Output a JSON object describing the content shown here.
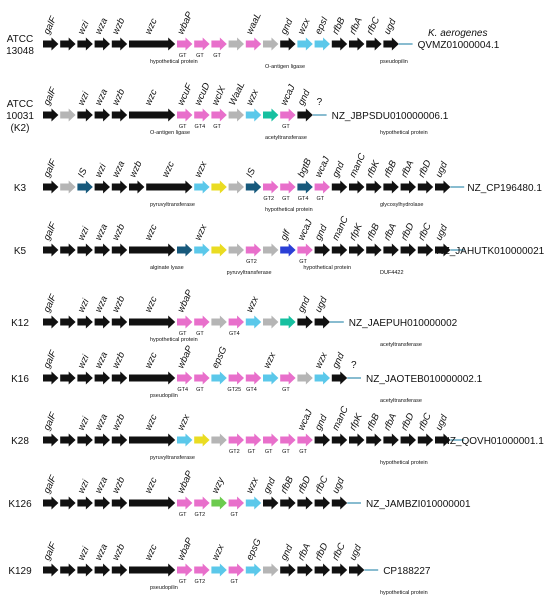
{
  "species": "K. aerogenes",
  "colors": {
    "black": "#111111",
    "pink": "#e86fcb",
    "gray": "#b5b5b5",
    "cyan": "#5bc8ea",
    "teal": "#16c0a0",
    "navy": "#17597c",
    "yellow": "#eadc22",
    "green": "#6ccb4e",
    "blue": "#2a3fd6",
    "line": "#3a8fb0"
  },
  "rows": [
    {
      "label": [
        "ATCC",
        "13048"
      ],
      "accession": "QVMZ01000004.1",
      "question": false,
      "genes": [
        {
          "name": "galF",
          "c": "black"
        },
        {
          "name": "",
          "c": "black"
        },
        {
          "name": "wzi",
          "c": "black"
        },
        {
          "name": "wza",
          "c": "black"
        },
        {
          "name": "wzb",
          "c": "black"
        },
        {
          "name": "wzc",
          "c": "black",
          "w": 3
        },
        {
          "name": "wbaP",
          "c": "pink",
          "tag": "GT"
        },
        {
          "name": "",
          "c": "pink",
          "tag": "GT"
        },
        {
          "name": "",
          "c": "pink",
          "tag": "GT"
        },
        {
          "name": "",
          "c": "gray"
        },
        {
          "name": "waaL",
          "c": "pink"
        },
        {
          "name": "",
          "c": "gray"
        },
        {
          "name": "gnd",
          "c": "black"
        },
        {
          "name": "wzx",
          "c": "cyan"
        },
        {
          "name": "epsI",
          "c": "cyan"
        },
        {
          "name": "rfbB",
          "c": "black"
        },
        {
          "name": "rfbA",
          "c": "black"
        },
        {
          "name": "rfbC",
          "c": "black"
        },
        {
          "name": "ugd",
          "c": "black"
        }
      ],
      "annotations": [
        "hypothetical protein",
        "O-antigen ligase",
        "pseudopilin"
      ]
    },
    {
      "label": [
        "ATCC",
        "10031",
        "(K2)"
      ],
      "accession": "NZ_JBPSDU010000006.1",
      "question": true,
      "genes": [
        {
          "name": "galF",
          "c": "black"
        },
        {
          "name": "",
          "c": "gray"
        },
        {
          "name": "wzi",
          "c": "black"
        },
        {
          "name": "wza",
          "c": "black"
        },
        {
          "name": "wzb",
          "c": "black"
        },
        {
          "name": "wzc",
          "c": "black",
          "w": 3
        },
        {
          "name": "wcuF",
          "c": "pink",
          "tag": "GT"
        },
        {
          "name": "wcuD",
          "c": "pink",
          "tag": "GT4"
        },
        {
          "name": "wclX",
          "c": "pink",
          "tag": "GT"
        },
        {
          "name": "WaaL",
          "c": "gray"
        },
        {
          "name": "wzx",
          "c": "cyan"
        },
        {
          "name": "",
          "c": "teal"
        },
        {
          "name": "wcaJ",
          "c": "pink",
          "tag": "GT"
        },
        {
          "name": "gnd",
          "c": "black"
        }
      ],
      "annotations": [
        "O-antigen ligase",
        "acetyltransferase",
        "hypothetical protein"
      ]
    },
    {
      "label": [
        "K3"
      ],
      "accession": "NZ_CP196480.1",
      "question": false,
      "genes": [
        {
          "name": "galF",
          "c": "black"
        },
        {
          "name": "",
          "c": "gray"
        },
        {
          "name": "IS",
          "c": "navy"
        },
        {
          "name": "wzi",
          "c": "black"
        },
        {
          "name": "wza",
          "c": "black"
        },
        {
          "name": "wzb",
          "c": "black"
        },
        {
          "name": "wzc",
          "c": "black",
          "w": 3
        },
        {
          "name": "wzx",
          "c": "cyan"
        },
        {
          "name": "",
          "c": "yellow"
        },
        {
          "name": "",
          "c": "gray"
        },
        {
          "name": "IS",
          "c": "navy"
        },
        {
          "name": "",
          "c": "pink",
          "tag": "GT2"
        },
        {
          "name": "",
          "c": "pink",
          "tag": "GT"
        },
        {
          "name": "bgtB",
          "c": "navy",
          "tag": "GT4"
        },
        {
          "name": "wcaJ",
          "c": "pink",
          "tag": "GT"
        },
        {
          "name": "gnd",
          "c": "black"
        },
        {
          "name": "manC",
          "c": "black"
        },
        {
          "name": "rfbK",
          "c": "black"
        },
        {
          "name": "rfbB",
          "c": "black"
        },
        {
          "name": "rfbA",
          "c": "black"
        },
        {
          "name": "rfbD",
          "c": "black"
        },
        {
          "name": "ugd",
          "c": "black"
        }
      ],
      "annotations": [
        "pyruvyltransferase",
        "hypothetical protein",
        "glycosylhydrolase"
      ]
    },
    {
      "label": [
        "K5"
      ],
      "accession": "NZ_JAHUTK010000021",
      "question": false,
      "genes": [
        {
          "name": "galF",
          "c": "black"
        },
        {
          "name": "",
          "c": "black"
        },
        {
          "name": "wzi",
          "c": "black"
        },
        {
          "name": "wza",
          "c": "black"
        },
        {
          "name": "wzb",
          "c": "black"
        },
        {
          "name": "wzc",
          "c": "black",
          "w": 3
        },
        {
          "name": "",
          "c": "navy"
        },
        {
          "name": "wzx",
          "c": "cyan"
        },
        {
          "name": "",
          "c": "yellow"
        },
        {
          "name": "",
          "c": "gray"
        },
        {
          "name": "",
          "c": "pink",
          "tag": "GT2"
        },
        {
          "name": "",
          "c": "gray"
        },
        {
          "name": "glf",
          "c": "blue"
        },
        {
          "name": "wcaJ",
          "c": "pink",
          "tag": "GT"
        },
        {
          "name": "gnd",
          "c": "black"
        },
        {
          "name": "manC",
          "c": "black"
        },
        {
          "name": "rfpK",
          "c": "black"
        },
        {
          "name": "rfbB",
          "c": "black"
        },
        {
          "name": "rfbA",
          "c": "black"
        },
        {
          "name": "rfbD",
          "c": "black"
        },
        {
          "name": "rfbC",
          "c": "black"
        },
        {
          "name": "ugd",
          "c": "black"
        }
      ],
      "annotations": [
        "alginate lyase",
        "pyruvyltransferase",
        "hypothetical protein",
        "DUF4422"
      ]
    },
    {
      "label": [
        "K12"
      ],
      "accession": "NZ_JAEPUH010000002",
      "question": false,
      "genes": [
        {
          "name": "galF",
          "c": "black"
        },
        {
          "name": "",
          "c": "black"
        },
        {
          "name": "wzi",
          "c": "black"
        },
        {
          "name": "wza",
          "c": "black"
        },
        {
          "name": "wzb",
          "c": "black"
        },
        {
          "name": "wzc",
          "c": "black",
          "w": 3
        },
        {
          "name": "wbaP",
          "c": "pink",
          "tag": "GT"
        },
        {
          "name": "",
          "c": "pink",
          "tag": "GT"
        },
        {
          "name": "",
          "c": "gray"
        },
        {
          "name": "",
          "c": "pink",
          "tag": "GT4"
        },
        {
          "name": "wzx",
          "c": "cyan"
        },
        {
          "name": "",
          "c": "gray"
        },
        {
          "name": "",
          "c": "teal"
        },
        {
          "name": "gnd",
          "c": "black"
        },
        {
          "name": "ugd",
          "c": "black"
        }
      ],
      "annotations": [
        "hypothetical protein",
        "acetyltransferase"
      ]
    },
    {
      "label": [
        "K16"
      ],
      "accession": "NZ_JAOTEB010000002.1",
      "question": true,
      "genes": [
        {
          "name": "galF",
          "c": "black"
        },
        {
          "name": "",
          "c": "black"
        },
        {
          "name": "wzi",
          "c": "black"
        },
        {
          "name": "wza",
          "c": "black"
        },
        {
          "name": "wzb",
          "c": "black"
        },
        {
          "name": "wzc",
          "c": "black",
          "w": 3
        },
        {
          "name": "wbaP",
          "c": "pink",
          "tag": "GT4"
        },
        {
          "name": "",
          "c": "pink",
          "tag": "GT"
        },
        {
          "name": "epsG",
          "c": "cyan"
        },
        {
          "name": "",
          "c": "pink",
          "tag": "GT25"
        },
        {
          "name": "",
          "c": "pink",
          "tag": "GT4"
        },
        {
          "name": "wzx",
          "c": "cyan"
        },
        {
          "name": "",
          "c": "pink",
          "tag": "GT"
        },
        {
          "name": "",
          "c": "gray"
        },
        {
          "name": "wzx",
          "c": "cyan"
        },
        {
          "name": "gnd",
          "c": "black"
        }
      ],
      "annotations": [
        "pseudopilin",
        "acetyltransferase"
      ]
    },
    {
      "label": [
        "K28"
      ],
      "accession": "NZ_QOVH01000001.1",
      "question": false,
      "genes": [
        {
          "name": "galF",
          "c": "black"
        },
        {
          "name": "",
          "c": "black"
        },
        {
          "name": "wzi",
          "c": "black"
        },
        {
          "name": "wza",
          "c": "black"
        },
        {
          "name": "wzb",
          "c": "black"
        },
        {
          "name": "wzc",
          "c": "black",
          "w": 3
        },
        {
          "name": "wzx",
          "c": "cyan"
        },
        {
          "name": "",
          "c": "yellow"
        },
        {
          "name": "",
          "c": "gray"
        },
        {
          "name": "",
          "c": "pink",
          "tag": "GT2"
        },
        {
          "name": "",
          "c": "pink",
          "tag": "GT"
        },
        {
          "name": "",
          "c": "pink",
          "tag": "GT"
        },
        {
          "name": "",
          "c": "pink",
          "tag": "GT"
        },
        {
          "name": "wcaJ",
          "c": "pink",
          "tag": "GT"
        },
        {
          "name": "gnd",
          "c": "black"
        },
        {
          "name": "manC",
          "c": "black"
        },
        {
          "name": "rfpK",
          "c": "black"
        },
        {
          "name": "rfbB",
          "c": "black"
        },
        {
          "name": "rfbA",
          "c": "black"
        },
        {
          "name": "rfbD",
          "c": "black"
        },
        {
          "name": "rfbC",
          "c": "black"
        },
        {
          "name": "ugd",
          "c": "black"
        }
      ],
      "annotations": [
        "pyruvyltransferase",
        "hypothetical protein"
      ]
    },
    {
      "label": [
        "K126"
      ],
      "accession": "NZ_JAMBZI010000001",
      "question": false,
      "genes": [
        {
          "name": "galF",
          "c": "black"
        },
        {
          "name": "",
          "c": "black"
        },
        {
          "name": "wzi",
          "c": "black"
        },
        {
          "name": "wza",
          "c": "black"
        },
        {
          "name": "wzb",
          "c": "black"
        },
        {
          "name": "wzc",
          "c": "black",
          "w": 3
        },
        {
          "name": "wbaP",
          "c": "pink",
          "tag": "GT"
        },
        {
          "name": "",
          "c": "pink",
          "tag": "GT2"
        },
        {
          "name": "wzy",
          "c": "green"
        },
        {
          "name": "",
          "c": "pink",
          "tag": "GT"
        },
        {
          "name": "wzx",
          "c": "cyan"
        },
        {
          "name": "gnd",
          "c": "black"
        },
        {
          "name": "rfbB",
          "c": "black"
        },
        {
          "name": "rfbD",
          "c": "black"
        },
        {
          "name": "rfbC",
          "c": "black"
        },
        {
          "name": "ugd",
          "c": "black"
        }
      ],
      "annotations": []
    },
    {
      "label": [
        "K129"
      ],
      "accession": "CP188227",
      "question": false,
      "genes": [
        {
          "name": "galF",
          "c": "black"
        },
        {
          "name": "",
          "c": "black"
        },
        {
          "name": "wzi",
          "c": "black"
        },
        {
          "name": "wza",
          "c": "black"
        },
        {
          "name": "wzb",
          "c": "black"
        },
        {
          "name": "wzc",
          "c": "black",
          "w": 3
        },
        {
          "name": "wbaP",
          "c": "pink",
          "tag": "GT"
        },
        {
          "name": "",
          "c": "pink",
          "tag": "GT2"
        },
        {
          "name": "wzx",
          "c": "cyan"
        },
        {
          "name": "",
          "c": "pink",
          "tag": "GT"
        },
        {
          "name": "epsG",
          "c": "cyan"
        },
        {
          "name": "",
          "c": "gray"
        },
        {
          "name": "gnd",
          "c": "black"
        },
        {
          "name": "rfbA",
          "c": "black"
        },
        {
          "name": "rfbD",
          "c": "black"
        },
        {
          "name": "rfbC",
          "c": "black"
        },
        {
          "name": "ugd",
          "c": "black"
        }
      ],
      "annotations": [
        "pseudopilin",
        "hypothetical protein"
      ]
    }
  ]
}
